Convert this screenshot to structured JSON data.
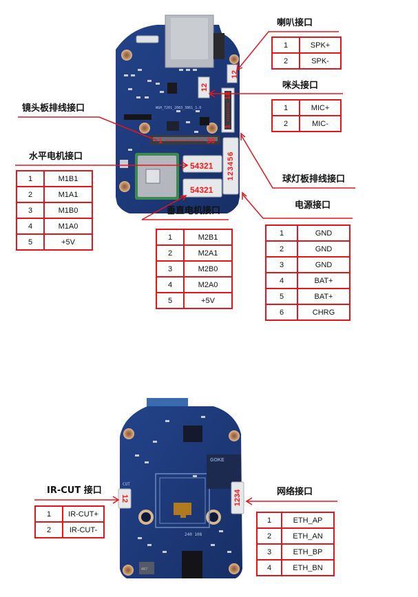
{
  "top_board": {
    "board_marking": "WGH_7201_2083_3861_1.0",
    "connector_labels": {
      "speaker_pins": "12",
      "mic_pins": "12",
      "ball_lamp_fpc_end": "18",
      "ball_lamp_fpc_start": "1",
      "lens_fpc_start": "1",
      "lens_fpc_end": "30",
      "power_pins": "123456",
      "h_motor_pins": "54321",
      "v_motor_pins": "54321"
    },
    "sections": {
      "speaker": {
        "title": "喇叭接口",
        "rows": [
          [
            "1",
            "SPK+"
          ],
          [
            "2",
            "SPK-"
          ]
        ]
      },
      "mic": {
        "title": "咪头接口",
        "rows": [
          [
            "1",
            "MIC+"
          ],
          [
            "2",
            "MIC-"
          ]
        ]
      },
      "lens_fpc": {
        "title": "镜头板排线接口"
      },
      "ball_lamp_fpc": {
        "title": "球灯板排线接口"
      },
      "h_motor": {
        "title": "水平电机接口",
        "rows": [
          [
            "1",
            "M1B1"
          ],
          [
            "2",
            "M1A1"
          ],
          [
            "3",
            "M1B0"
          ],
          [
            "4",
            "M1A0"
          ],
          [
            "5",
            "+5V"
          ]
        ]
      },
      "v_motor": {
        "title": "垂直电机接口",
        "rows": [
          [
            "1",
            "M2B1"
          ],
          [
            "2",
            "M2A1"
          ],
          [
            "3",
            "M2B0"
          ],
          [
            "4",
            "M2A0"
          ],
          [
            "5",
            "+5V"
          ]
        ]
      },
      "power": {
        "title": "电源接口",
        "rows": [
          [
            "1",
            "GND"
          ],
          [
            "2",
            "GND"
          ],
          [
            "3",
            "GND"
          ],
          [
            "4",
            "BAT+"
          ],
          [
            "5",
            "BAT+"
          ],
          [
            "6",
            "CHRG"
          ]
        ]
      }
    }
  },
  "bottom_board": {
    "chip_brand": "GOKE",
    "board_marking": "240 108",
    "inductor_marking": "4R7",
    "silk_cut": "CUT",
    "connector_labels": {
      "ircut_pins": "12",
      "eth_pins": "1234"
    },
    "sections": {
      "ircut": {
        "title": "IR-CUT 接口",
        "rows": [
          [
            "1",
            "IR-CUT+"
          ],
          [
            "2",
            "IR-CUT-"
          ]
        ]
      },
      "eth": {
        "title": "网络接口",
        "rows": [
          [
            "1",
            "ETH_AP"
          ],
          [
            "2",
            "ETH_AN"
          ],
          [
            "3",
            "ETH_BP"
          ],
          [
            "4",
            "ETH_BN"
          ]
        ]
      }
    }
  },
  "colors": {
    "annotation_red": "#e8141b",
    "pcb_blue": "#1c3a78",
    "pcb_dark": "#142c60",
    "copper": "#c99a6e",
    "connector_white": "#e8eaec"
  }
}
